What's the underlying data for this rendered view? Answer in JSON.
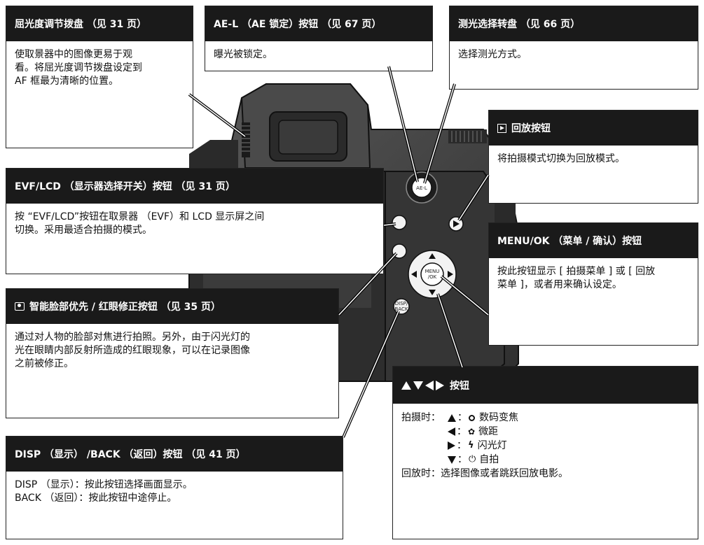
{
  "callouts": {
    "diopter": {
      "title": "屈光度调节拨盘 （见 31 页）",
      "body": "使取景器中的图像更易于观\n看。将屈光度调节拨盘设定到\nAF 框最为清晰的位置。"
    },
    "ae_lock": {
      "title": "AE-L （AE 锁定）按钮 （见 67 页）",
      "body": "曝光被锁定。"
    },
    "metering": {
      "title": "测光选择转盘 （见 66 页）",
      "body": "选择测光方式。"
    },
    "playback": {
      "title": "回放按钮",
      "body": "将拍摄模式切换为回放模式。"
    },
    "evf_lcd": {
      "title": "EVF/LCD （显示器选择开关）按钮 （见 31 页）",
      "body": "按 “EVF/LCD”按钮在取景器 （EVF）和 LCD 显示屏之间\n切换。采用最适合拍摄的模式。"
    },
    "menu_ok": {
      "title": "MENU/OK （菜单 / 确认）按钮",
      "body": "按此按钮显示 [ 拍摄菜单 ] 或 [ 回放\n菜单 ]，或者用来确认设定。"
    },
    "face_detect": {
      "title": "智能脸部优先 / 红眼修正按钮 （见 35 页）",
      "body": "通过对人物的脸部对焦进行拍照。另外，由于闪光灯的\n光在眼睛内部反射所造成的红眼现象，可以在记录图像\n之前被修正。"
    },
    "arrows": {
      "title": "按钮",
      "shooting_label": "拍摄时：",
      "zoom": "数码变焦",
      "macro": "微距",
      "flash": "闪光灯",
      "timer": "自拍",
      "playback_line": "回放时：选择图像或者跳跃回放电影。"
    },
    "disp_back": {
      "title": "DISP （显示） /BACK （返回）按钮 （见 41 页）",
      "body": "DISP （显示）：按此按钮选择画面显示。\nBACK （返回）：按此按钮中途停止。"
    }
  },
  "camera_labels": {
    "ae_l": "AE-L",
    "menu_ok": "MENU\n/OK",
    "disp_back": "DISP/\nBACK"
  },
  "icons": {
    "playback": "play-triangle-in-square-icon",
    "face": "face-detection-icon",
    "arrows": "four-direction-arrows-icon",
    "zoom": "magnifier-icon",
    "macro": "tulip-icon",
    "flash": "lightning-icon",
    "timer": "self-timer-icon"
  },
  "colors": {
    "header_bg": "#1a1a1a",
    "camera_body": "#3a3a3a",
    "camera_dark": "#1e1e1e"
  }
}
